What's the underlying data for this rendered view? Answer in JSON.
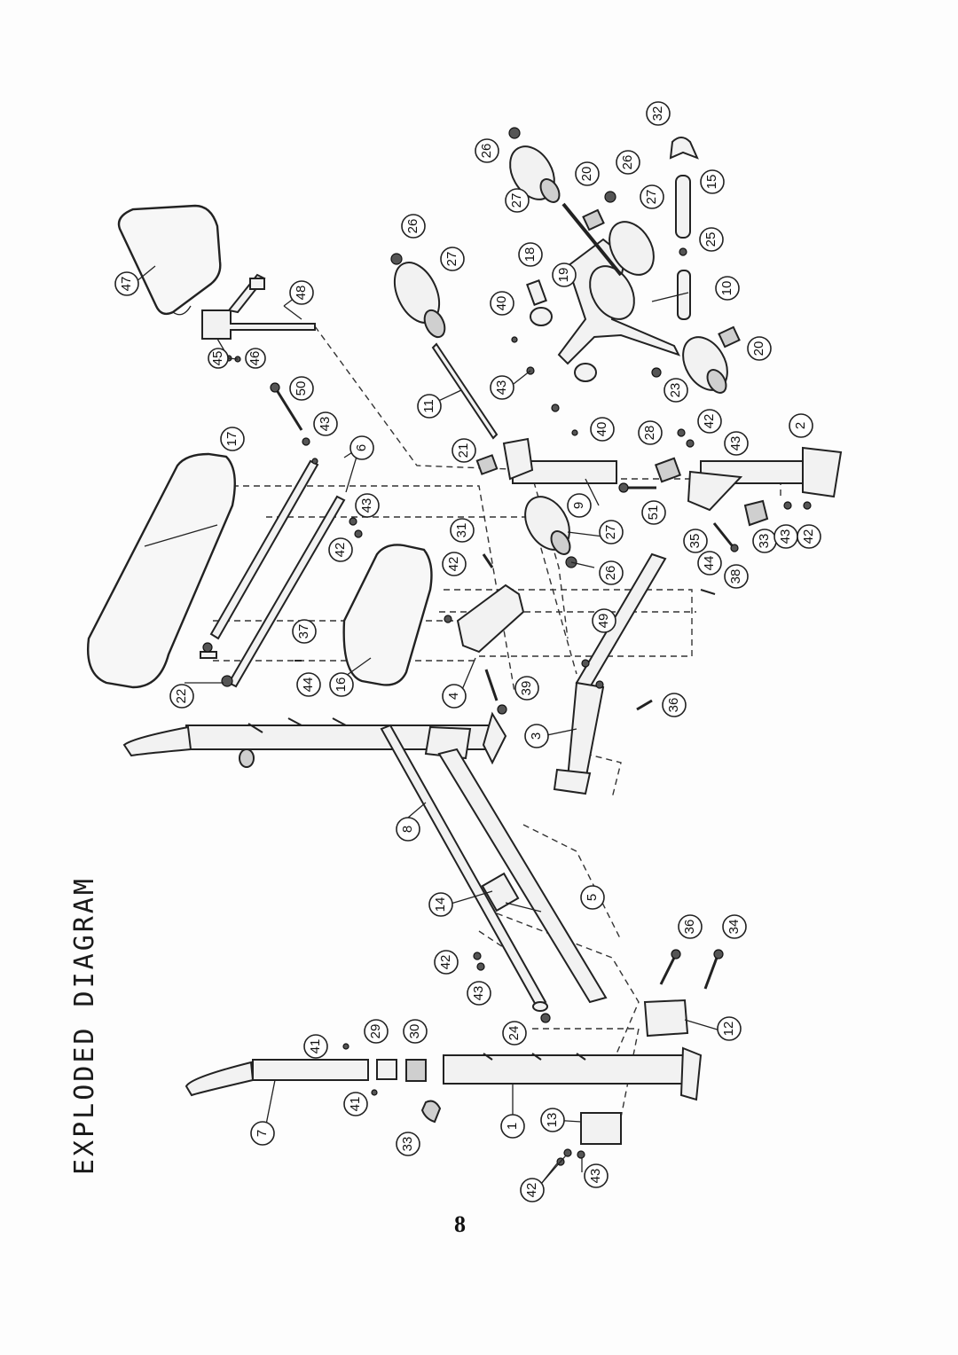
{
  "title": "EXPLODED DIAGRAM",
  "page_number": "8",
  "callouts": [
    {
      "id": "c47",
      "label": "47"
    },
    {
      "id": "c48",
      "label": "48"
    },
    {
      "id": "c45",
      "label": "45"
    },
    {
      "id": "c46",
      "label": "46"
    },
    {
      "id": "c50",
      "label": "50"
    },
    {
      "id": "c43a",
      "label": "43"
    },
    {
      "id": "c17",
      "label": "17"
    },
    {
      "id": "c6",
      "label": "6"
    },
    {
      "id": "c43b",
      "label": "43"
    },
    {
      "id": "c42a",
      "label": "42"
    },
    {
      "id": "c37",
      "label": "37"
    },
    {
      "id": "c44a",
      "label": "44"
    },
    {
      "id": "c22",
      "label": "22"
    },
    {
      "id": "c16",
      "label": "16"
    },
    {
      "id": "c26a",
      "label": "26"
    },
    {
      "id": "c27a",
      "label": "27"
    },
    {
      "id": "c11",
      "label": "11"
    },
    {
      "id": "c40a",
      "label": "40"
    },
    {
      "id": "c43c",
      "label": "43"
    },
    {
      "id": "c21",
      "label": "21"
    },
    {
      "id": "c31",
      "label": "31"
    },
    {
      "id": "c42b",
      "label": "42"
    },
    {
      "id": "c4",
      "label": "4"
    },
    {
      "id": "c39",
      "label": "39"
    },
    {
      "id": "c49",
      "label": "49"
    },
    {
      "id": "c3",
      "label": "3"
    },
    {
      "id": "c26b",
      "label": "26"
    },
    {
      "id": "c27b",
      "label": "27"
    },
    {
      "id": "c18",
      "label": "18"
    },
    {
      "id": "c19",
      "label": "19"
    },
    {
      "id": "c20a",
      "label": "20"
    },
    {
      "id": "c26c",
      "label": "26"
    },
    {
      "id": "c27c",
      "label": "27"
    },
    {
      "id": "c32",
      "label": "32"
    },
    {
      "id": "c15",
      "label": "15"
    },
    {
      "id": "c25",
      "label": "25"
    },
    {
      "id": "c10",
      "label": "10"
    },
    {
      "id": "c20b",
      "label": "20"
    },
    {
      "id": "c23",
      "label": "23"
    },
    {
      "id": "c40b",
      "label": "40"
    },
    {
      "id": "c28",
      "label": "28"
    },
    {
      "id": "c9",
      "label": "9"
    },
    {
      "id": "c51",
      "label": "51"
    },
    {
      "id": "c42c",
      "label": "42"
    },
    {
      "id": "c43d",
      "label": "43"
    },
    {
      "id": "c2",
      "label": "2"
    },
    {
      "id": "c27d",
      "label": "27"
    },
    {
      "id": "c26d",
      "label": "26"
    },
    {
      "id": "c35",
      "label": "35"
    },
    {
      "id": "c33a",
      "label": "33"
    },
    {
      "id": "c43e",
      "label": "43"
    },
    {
      "id": "c42d",
      "label": "42"
    },
    {
      "id": "c44b",
      "label": "44"
    },
    {
      "id": "c38",
      "label": "38"
    },
    {
      "id": "c36a",
      "label": "36"
    },
    {
      "id": "c8",
      "label": "8"
    },
    {
      "id": "c14",
      "label": "14"
    },
    {
      "id": "c5",
      "label": "5"
    },
    {
      "id": "c42e",
      "label": "42"
    },
    {
      "id": "c43f",
      "label": "43"
    },
    {
      "id": "c24",
      "label": "24"
    },
    {
      "id": "c36b",
      "label": "36"
    },
    {
      "id": "c34",
      "label": "34"
    },
    {
      "id": "c12",
      "label": "12"
    },
    {
      "id": "c41a",
      "label": "41"
    },
    {
      "id": "c29",
      "label": "29"
    },
    {
      "id": "c30",
      "label": "30"
    },
    {
      "id": "c41b",
      "label": "41"
    },
    {
      "id": "c7",
      "label": "7"
    },
    {
      "id": "c1",
      "label": "1"
    },
    {
      "id": "c33b",
      "label": "33"
    },
    {
      "id": "c13",
      "label": "13"
    },
    {
      "id": "c42f",
      "label": "42"
    },
    {
      "id": "c43g",
      "label": "43"
    }
  ]
}
